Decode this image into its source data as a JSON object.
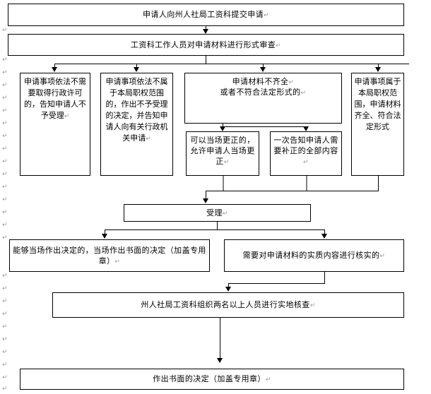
{
  "document": {
    "type": "word-flowchart",
    "title": "工资科申请受理流程图",
    "pilcrow_glyph": "↵"
  },
  "nodes": {
    "n1_submit": "申请人向州人社局工资科提交申请",
    "n2_review": "工资科工作人员对申请材料进行形式审查",
    "n3_branch_a": "申请事项依法不需要取得行政许可的，告知申请人不予受理",
    "n4_branch_b": "申请事项依法不属于本局职权范围的，作出不予受理的决定，并告知申请人向有关行政机关申请",
    "n5_branch_c_line1": "申请材料不齐全",
    "n5_branch_c_line2": "或者不符合法定形式的",
    "n6_branch_d": "申请事项属于本局职权范围，申请材料齐全、符合法定形式",
    "n7_correct_onsite": "可以当场更正的，允许申请人当场更正",
    "n8_notify_once": "一次告知申请人需要补正的全部内容",
    "n9_accept": "受理",
    "n10_decide_onsite": "能够当场作出决定的，当场作出书面的决定（加盖专用章）",
    "n11_need_verify": "需要对申请材料的实质内容进行核实的",
    "n12_field_check": "州人社局工资科组织两名以上人员进行实地核查",
    "n13_written_decision": "作出书面的决定（加盖专用章）"
  },
  "margin_marks": {
    "glyph": "↵",
    "count": 22
  }
}
